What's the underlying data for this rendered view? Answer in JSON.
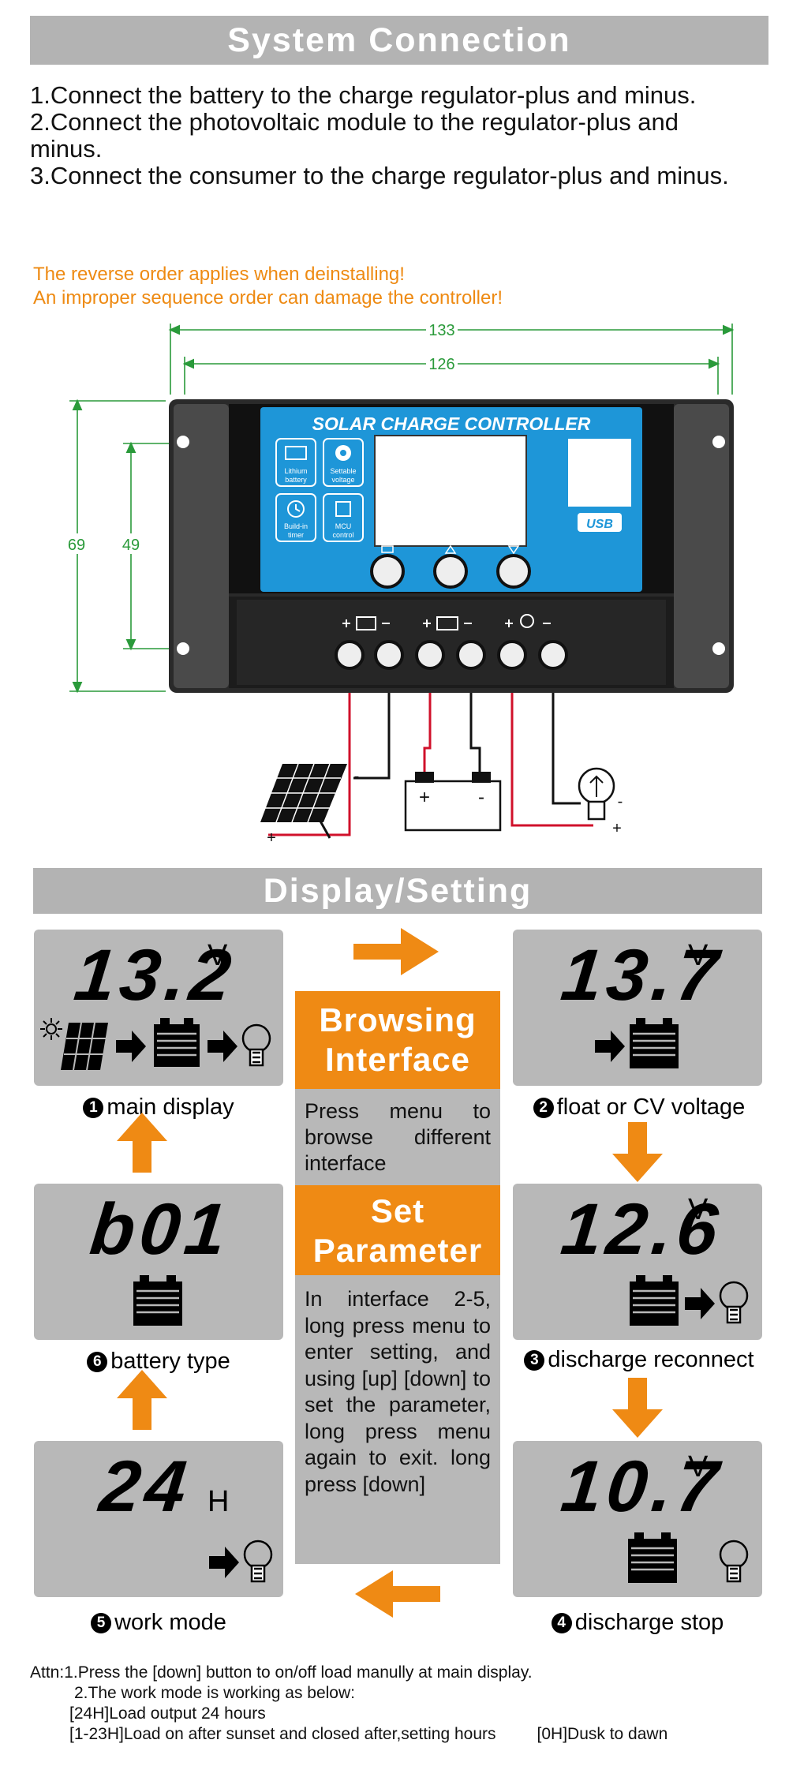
{
  "header1": {
    "title": "System Connection"
  },
  "steps": [
    "1.Connect the battery to the charge regulator-plus and minus.",
    "2.Connect the photovoltaic module to the regulator-plus and",
    "minus.",
    "3.Connect the consumer to the charge regulator-plus and minus."
  ],
  "warning": [
    "The reverse order applies when deinstalling!",
    "An improper sequence order can damage the controller!"
  ],
  "dimensions": {
    "outer_width": "133",
    "inner_width": "126",
    "outer_height": "69",
    "inner_height": "49"
  },
  "controller": {
    "title": "SOLAR CHARGE CONTROLLER",
    "usb": "USB",
    "features": [
      {
        "icon": "battery-icon",
        "lines": [
          "Lithium",
          "battery"
        ]
      },
      {
        "icon": "gear-icon",
        "lines": [
          "Settable",
          "voltage"
        ]
      },
      {
        "icon": "timer-icon",
        "lines": [
          "Build-in",
          "timer"
        ]
      },
      {
        "icon": "chip-icon",
        "lines": [
          "MCU",
          "control"
        ]
      }
    ]
  },
  "wiring": {
    "plus": "+",
    "minus": "-"
  },
  "header2": {
    "title": "Display/Setting"
  },
  "screens": [
    {
      "id": 1,
      "value": "13.2",
      "unit": "V",
      "caption": "main display",
      "badge": "1"
    },
    {
      "id": 2,
      "value": "13.7",
      "unit": "V",
      "caption": "float or CV voltage",
      "badge": "2"
    },
    {
      "id": 3,
      "value": "12.6",
      "unit": "V",
      "caption": "discharge reconnect",
      "badge": "3"
    },
    {
      "id": 4,
      "value": "10.7",
      "unit": "V",
      "caption": "discharge stop",
      "badge": "4"
    },
    {
      "id": 5,
      "value": "24",
      "unit": "H",
      "caption": "work mode",
      "badge": "5"
    },
    {
      "id": 6,
      "value": "b01",
      "unit": "",
      "caption": "battery type",
      "badge": "6"
    }
  ],
  "browsing": {
    "title_line1": "Browsing",
    "title_line2": "Interface",
    "text": "Press menu to browse different interface"
  },
  "set_parameter": {
    "title_line1": "Set",
    "title_line2": "Parameter",
    "text": "In interface 2-5, long press menu to enter setting, and using [up] [down] to set the parameter, long press menu again to exit. long press [down]"
  },
  "attn": {
    "line1": "Attn:1.Press the [down] button to on/off load manully at main display.",
    "line2": "2.The work mode is working as below:",
    "line3": "[24H]Load output 24 hours",
    "line4a": "[1-23H]Load on after sunset and closed after,setting hours",
    "line4b": "[0H]Dusk to dawn"
  },
  "colors": {
    "accent": "#ef8a14",
    "controller_blue": "#1e96d8",
    "dimension_green": "#2a9a3a",
    "wire_red": "#d0112b",
    "warning": "#ee8a12"
  }
}
